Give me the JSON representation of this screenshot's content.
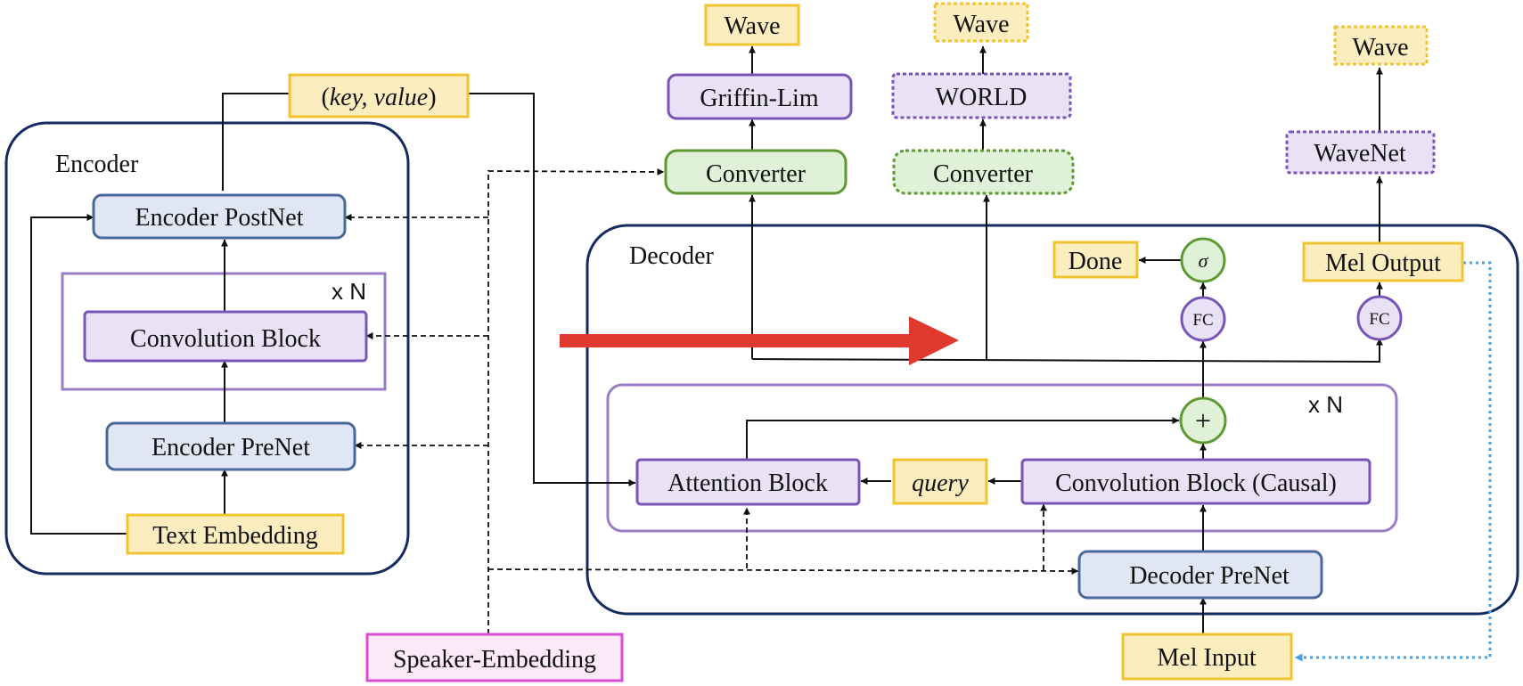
{
  "colors": {
    "region_border": "#142a60",
    "repeat_border": "#9b7cc6",
    "yellow_fill": "#fcedbf",
    "yellow_border": "#f0c430",
    "blue_fill": "#e0e6f3",
    "blue_border": "#4a6898",
    "purple_fill": "#e9e2f6",
    "purple_border": "#7a55b8",
    "green_fill": "#dff2d8",
    "green_border": "#5f9933",
    "pink_fill": "#fde8f7",
    "pink_border": "#d84bd3",
    "red_arrow": "#e03a30",
    "feedback_line": "#4aa2e6",
    "line": "#111111"
  },
  "encoder": {
    "label": "Encoder",
    "repeat_label": "x N",
    "postnet": "Encoder PostNet",
    "conv_block": "Convolution Block",
    "prenet": "Encoder PreNet",
    "text_embedding": "Text Embedding"
  },
  "key_value": {
    "open": "(",
    "key": "key",
    "sep": ", ",
    "value": "value",
    "close": ")"
  },
  "speaker_embedding": "Speaker-Embedding",
  "vocoders": {
    "griffin_lim": {
      "wave": "Wave",
      "vocoder": "Griffin-Lim",
      "converter": "Converter"
    },
    "world": {
      "wave": "Wave",
      "vocoder": "WORLD",
      "converter": "Converter"
    },
    "wavenet": {
      "wave": "Wave",
      "vocoder": "WaveNet"
    }
  },
  "decoder": {
    "label": "Decoder",
    "repeat_label": "x N",
    "done": "Done",
    "sigma": "σ",
    "fc_left": "FC",
    "fc_right": "FC",
    "mel_output": "Mel Output",
    "plus": "+",
    "attention_block": "Attention Block",
    "query": "query",
    "conv_block_causal": "Convolution Block (Causal)",
    "prenet": "Decoder PreNet",
    "mel_input": "Mel Input"
  }
}
